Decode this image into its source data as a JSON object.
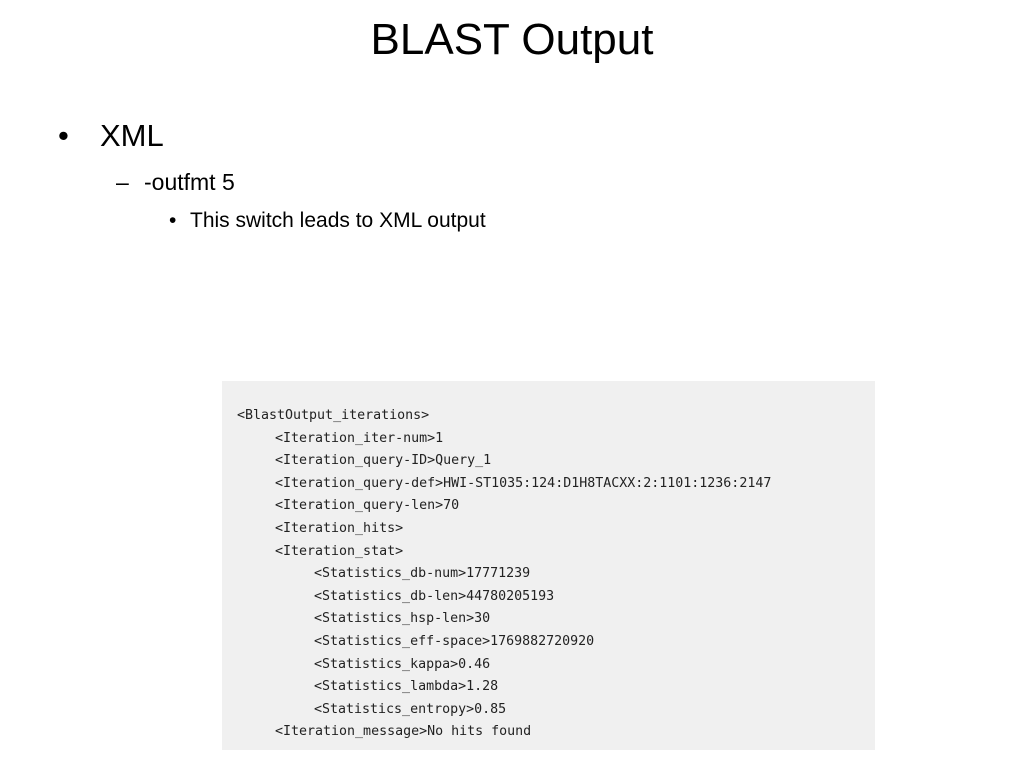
{
  "slide": {
    "title": "BLAST Output",
    "bullet_marker": "•",
    "sub_marker": "–",
    "bullets": {
      "level1": "XML",
      "level2": "-outfmt 5",
      "level3": "This switch leads to XML output"
    }
  },
  "code": {
    "lines": [
      "<BlastOutput_iterations>",
      "<Iteration_iter-num>1",
      "<Iteration_query-ID>Query_1",
      "<Iteration_query-def>HWI-ST1035:124:D1H8TACXX:2:1101:1236:2147",
      "<Iteration_query-len>70",
      "<Iteration_hits>",
      "<Iteration_stat>",
      "<Statistics_db-num>17771239",
      "<Statistics_db-len>44780205193",
      "<Statistics_hsp-len>30",
      "<Statistics_eff-space>1769882720920",
      "<Statistics_kappa>0.46",
      "<Statistics_lambda>1.28",
      "<Statistics_entropy>0.85",
      "<Iteration_message>No hits found"
    ]
  }
}
